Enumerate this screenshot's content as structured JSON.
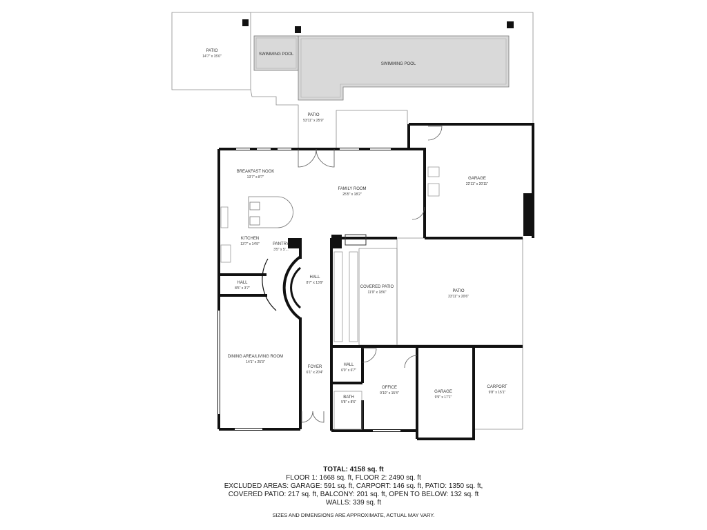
{
  "rooms": {
    "patio_nw": {
      "name": "PATIO",
      "dim": "14'7\" x 15'0\""
    },
    "pool_small": {
      "name": "SWIMMING POOL"
    },
    "pool_main": {
      "name": "SWIMMING POOL"
    },
    "patio_mid": {
      "name": "PATIO",
      "dim": "53'11\" x 25'9\""
    },
    "breakfast_nook": {
      "name": "BREAKFAST NOOK",
      "dim": "13'7\" x 8'7\""
    },
    "family_room": {
      "name": "FAMILY ROOM",
      "dim": "25'5\" x 18'2\""
    },
    "garage_ne": {
      "name": "GARAGE",
      "dim": "22'11\" x 20'11\""
    },
    "kitchen": {
      "name": "KITCHEN",
      "dim": "13'7\" x 14'9\""
    },
    "pantry": {
      "name": "PANTRY",
      "dim": "3'5\" x 5'..."
    },
    "hall_left": {
      "name": "HALL",
      "dim": "8'5\" x 3'7\""
    },
    "hall_center": {
      "name": "HALL",
      "dim": "8'7\" x 13'9\""
    },
    "covered_patio": {
      "name": "COVERED PATIO",
      "dim": "11'9\" x 18'6\""
    },
    "patio_east": {
      "name": "PATIO",
      "dim": "23'11\" x 20'6\""
    },
    "dining_living": {
      "name": "DINING AREA/LIVING ROOM",
      "dim": "14'1\" x 25'3\""
    },
    "foyer": {
      "name": "FOYER",
      "dim": "6'1\" x 20'4\""
    },
    "hall_south": {
      "name": "HALL",
      "dim": "6'0\" x 6'7\""
    },
    "bath": {
      "name": "BATH",
      "dim": "5'8\" x 8'6\""
    },
    "office": {
      "name": "OFFICE",
      "dim": "9'10\" x 15'4\""
    },
    "garage_south": {
      "name": "GARAGE",
      "dim": "9'9\" x 17'1\""
    },
    "carport": {
      "name": "CARPORT",
      "dim": "9'8\" x 15'1\""
    }
  },
  "summary": {
    "total": "TOTAL: 4158 sq. ft",
    "floors": "FLOOR 1: 1668 sq. ft, FLOOR 2: 2490 sq. ft",
    "excluded_1": "EXCLUDED AREAS: GARAGE: 591 sq. ft, CARPORT: 146 sq. ft, PATIO: 1350 sq. ft,",
    "excluded_2": "COVERED PATIO: 217 sq. ft, BALCONY: 201 sq. ft, OPEN TO BELOW: 132 sq. ft",
    "walls": "WALLS: 339 sq. ft",
    "disclaimer": "SIZES AND DIMENSIONS ARE APPROXIMATE, ACTUAL MAY VARY."
  },
  "colors": {
    "wall": "#111111",
    "thin_line": "#888888",
    "pool_fill": "#d9d9d9",
    "pool_border": "#777777"
  }
}
